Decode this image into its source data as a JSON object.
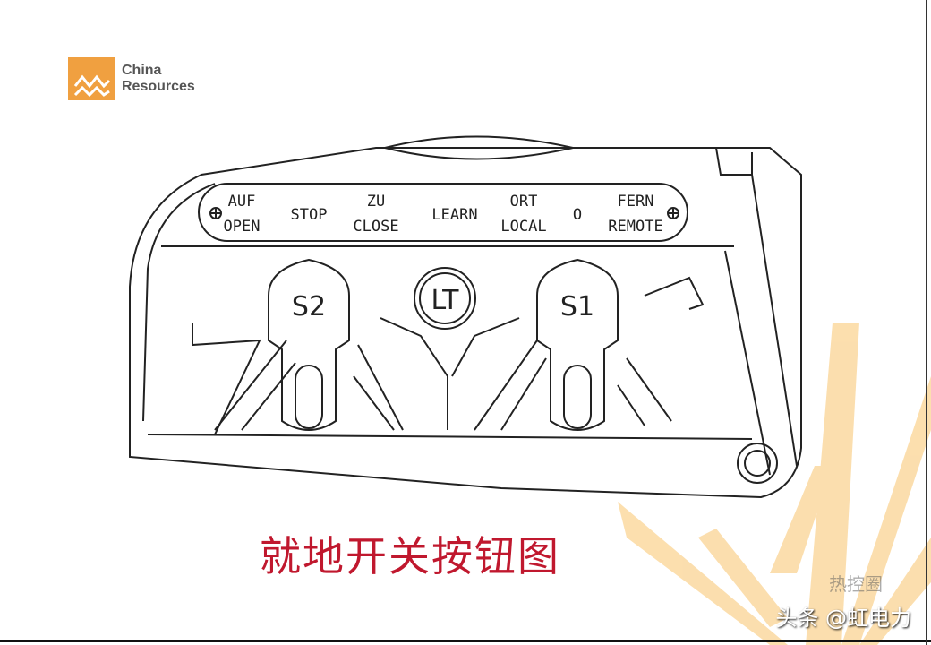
{
  "logo": {
    "line1": "China",
    "line2": "Resources"
  },
  "panel": {
    "labels": [
      {
        "top": "AUF",
        "bottom": "OPEN"
      },
      {
        "top": "",
        "bottom": "STOP"
      },
      {
        "top": "ZU",
        "bottom": "CLOSE"
      },
      {
        "top": "",
        "bottom": "LEARN"
      },
      {
        "top": "ORT",
        "bottom": "LOCAL"
      },
      {
        "top": "",
        "bottom": "O"
      },
      {
        "top": "FERN",
        "bottom": "REMOTE"
      }
    ],
    "knob_left": "S2",
    "knob_center": "LT",
    "knob_right": "S1"
  },
  "caption": "就地开关按钮图",
  "watermark": {
    "faint": "热控圈",
    "main": "头条 @虹电力"
  },
  "colors": {
    "accent": "#f0a040",
    "caption": "#c0182e"
  }
}
